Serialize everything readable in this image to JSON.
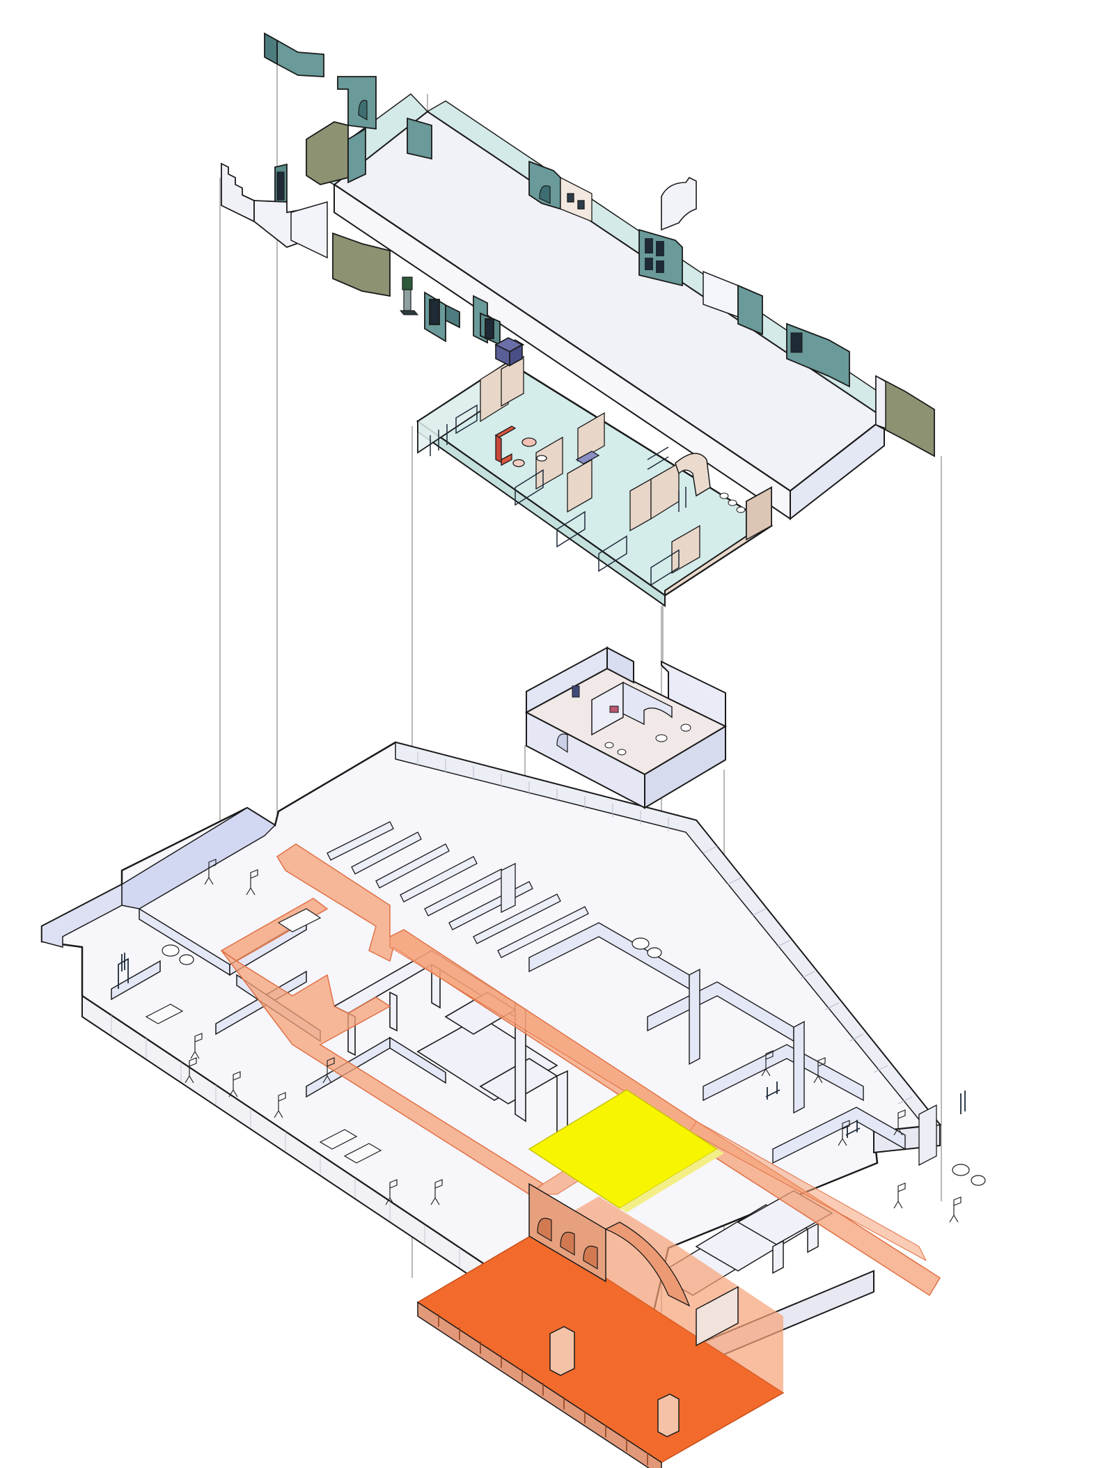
{
  "diagram": {
    "kind": "exploded-axonometric",
    "levels": [
      {
        "key": "upper-floor",
        "description_visible": false
      },
      {
        "key": "mezzanine-box",
        "description_visible": false
      },
      {
        "key": "ground-floor",
        "description_visible": false
      }
    ],
    "colors": {
      "background": "#ffffff",
      "stroke": "#1a1a1a",
      "thin_line": "#7a7a7a",
      "wall_face": "#e9ebf5",
      "floor_top": "#f6f6fb",
      "shadow_blue": "#c9cfee",
      "teal_wall": "#5f8f8f",
      "teal_dark": "#3e6e72",
      "olive_wall": "#8c9272",
      "glass_floor": "#d4ecea",
      "beige_wall": "#ead9cc",
      "orange_path": "#f6a278",
      "orange_path_alpha": 0.75,
      "orange_solid": "#f26b2c",
      "yellow_zone": "#f7f500",
      "red_sofa": "#d9573f",
      "purple_box": "#6b6fa8"
    }
  }
}
